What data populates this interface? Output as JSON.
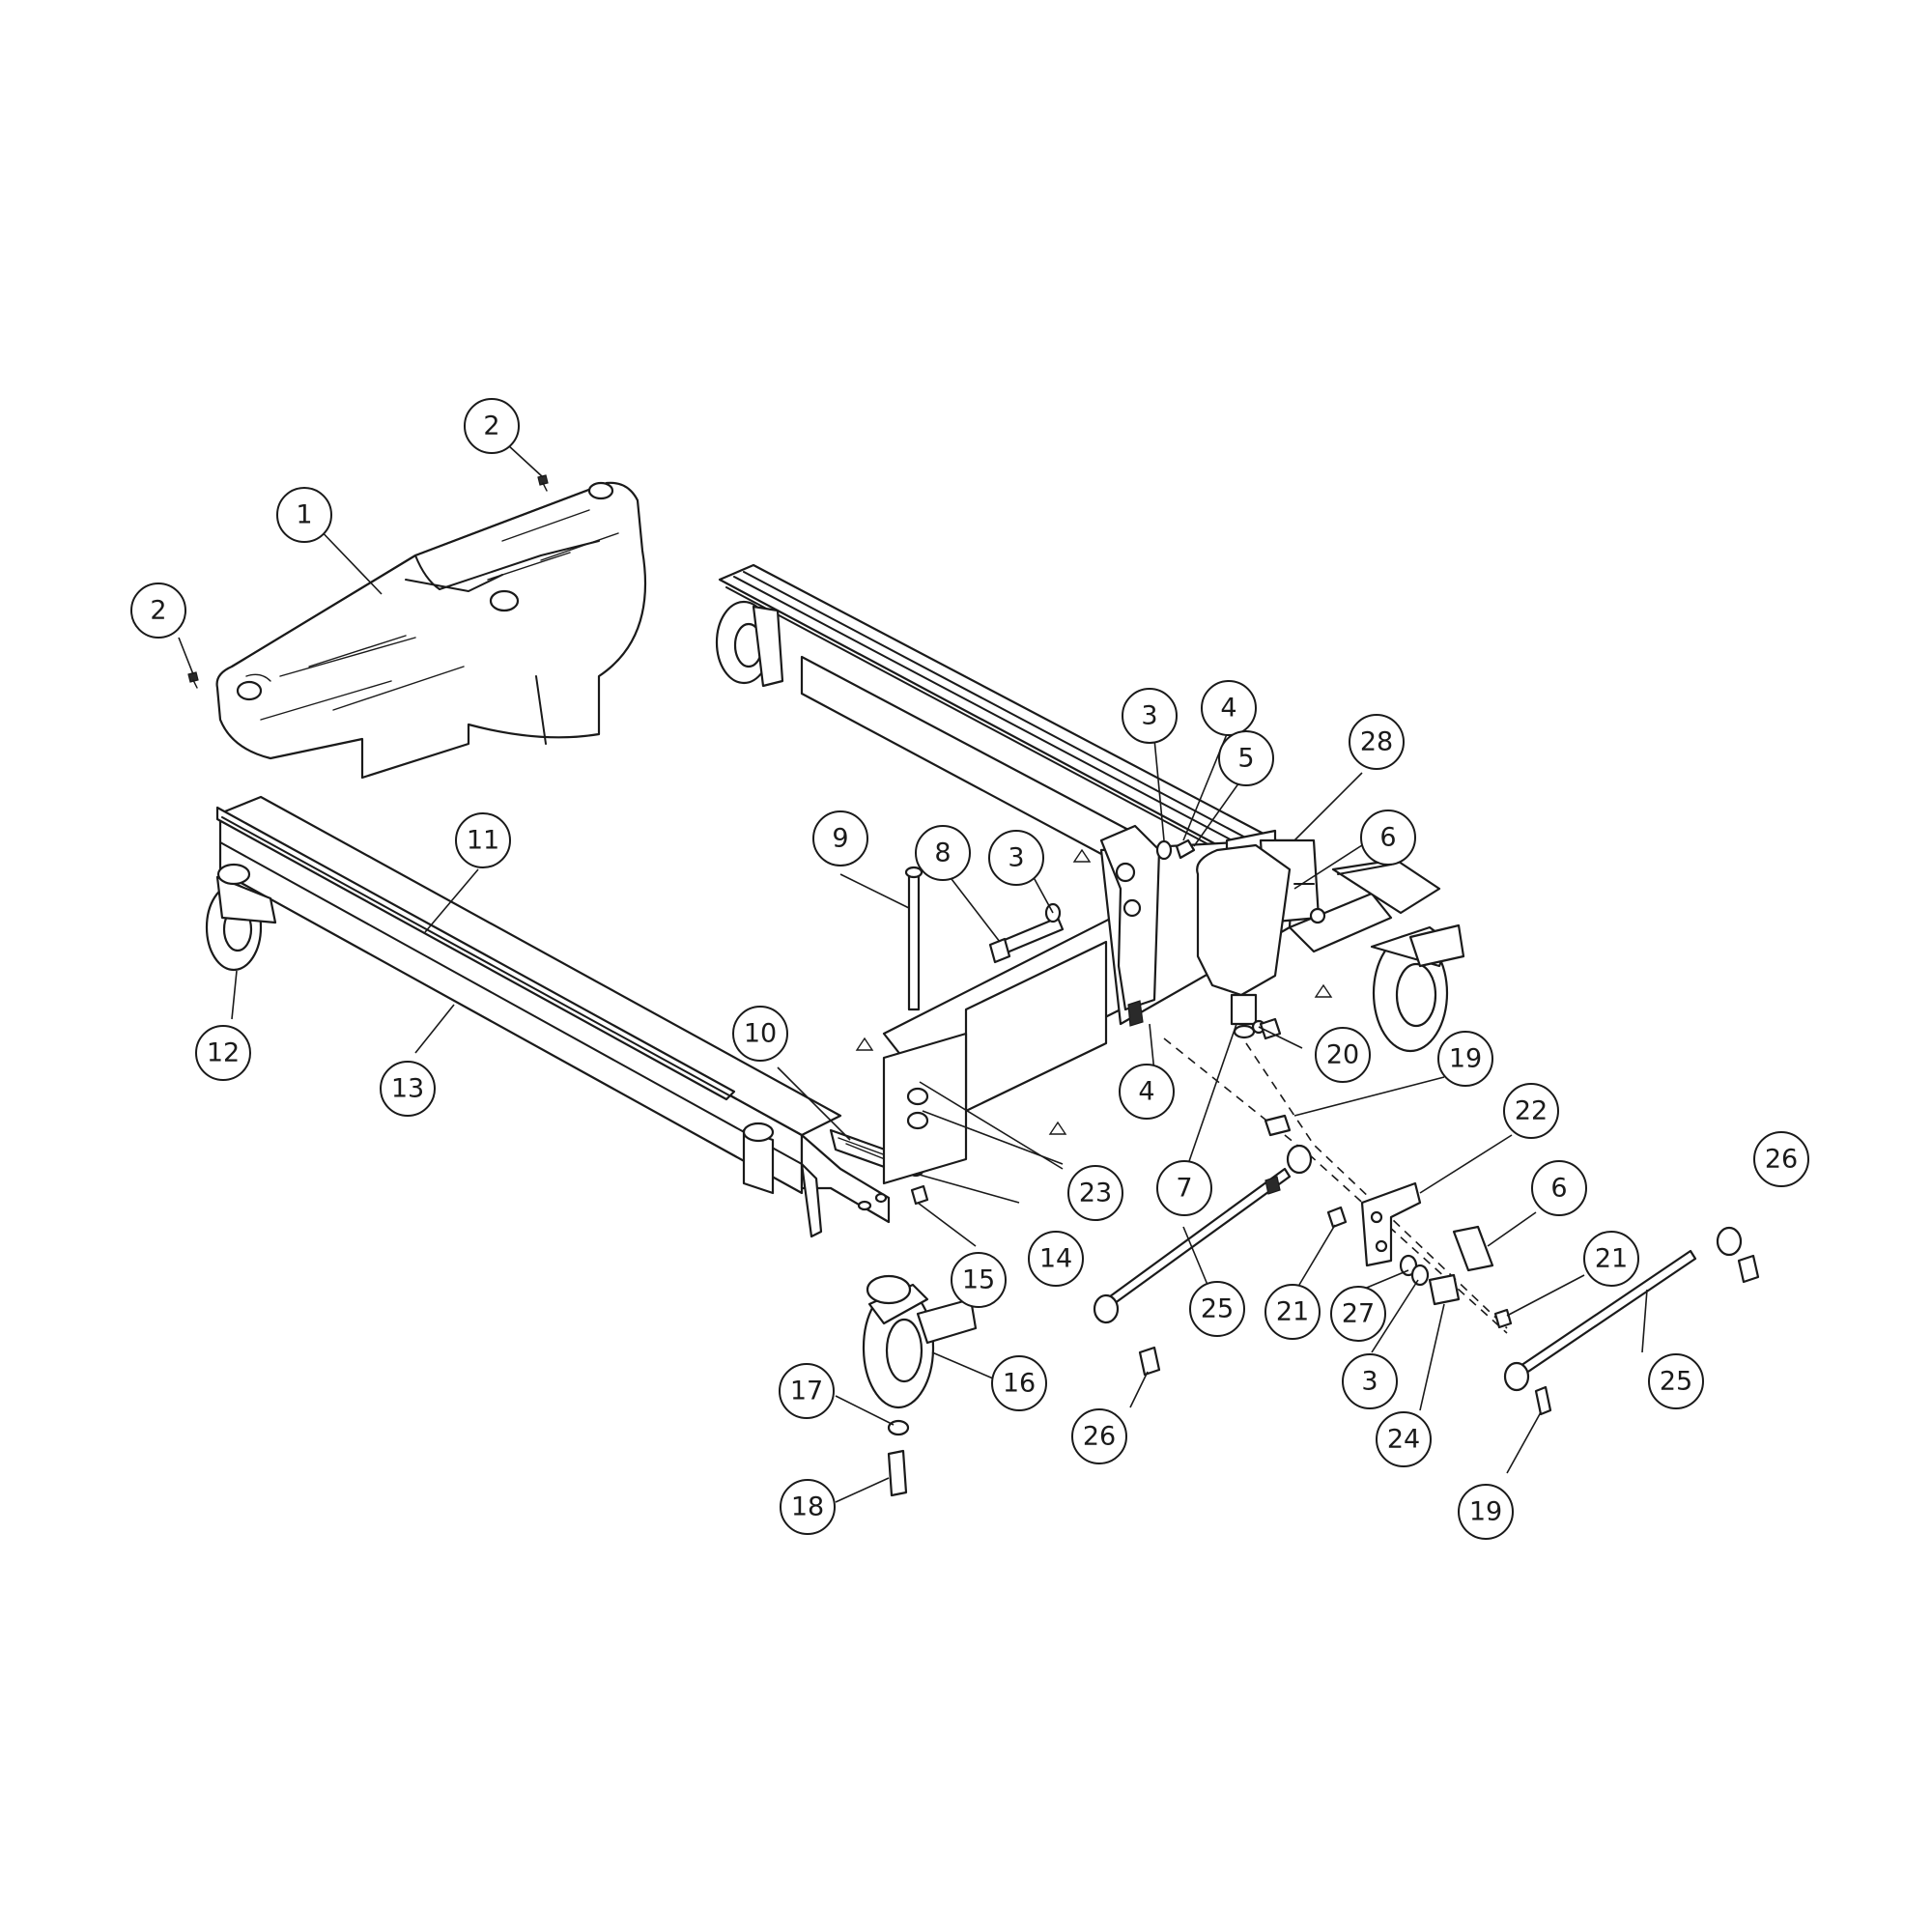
{
  "diagram": {
    "callouts": [
      "1",
      "2",
      "2",
      "3",
      "4",
      "5",
      "28",
      "6",
      "9",
      "8",
      "3",
      "11",
      "12",
      "13",
      "10",
      "23",
      "4",
      "7",
      "20",
      "19",
      "22",
      "6",
      "26",
      "15",
      "14",
      "21",
      "27",
      "3",
      "24",
      "21",
      "25",
      "16",
      "17",
      "26",
      "25",
      "18",
      "19"
    ]
  }
}
